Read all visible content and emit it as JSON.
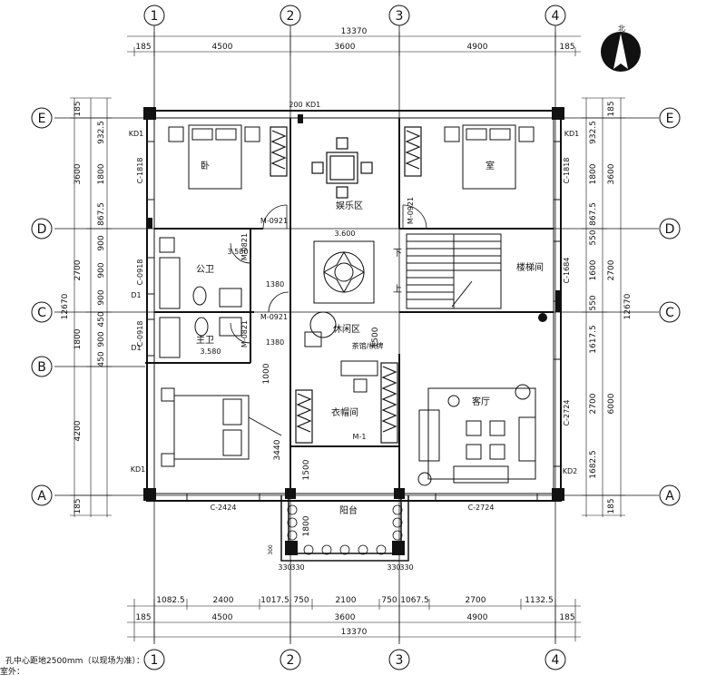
{
  "axes": {
    "columns": [
      "1",
      "2",
      "3",
      "4"
    ],
    "rows": [
      "E",
      "D",
      "C",
      "B",
      "A"
    ]
  },
  "dims": {
    "total": "13370",
    "top": [
      "185",
      "4500",
      "3600",
      "4900",
      "185"
    ],
    "bottom_inner": [
      "1082.5",
      "2400",
      "1017.5",
      "750",
      "2100",
      "750",
      "1067.5",
      "2700",
      "1132.5"
    ],
    "bottom": [
      "185",
      "4500",
      "3600",
      "4900",
      "185"
    ],
    "left_outer": [
      "185",
      "3600",
      "2700",
      "1800",
      "4200",
      "185"
    ],
    "left_total": "12670",
    "left_inner": [
      "932.5",
      "1800",
      "867.5",
      "900",
      "900",
      "900",
      "450",
      "900",
      "450"
    ],
    "right_inner": [
      "932.5",
      "1800",
      "867.5",
      "550",
      "1600",
      "550",
      "1617.5",
      "2700",
      "1682.5"
    ],
    "right_outer": [
      "185",
      "3600",
      "2700",
      "6000",
      "185"
    ],
    "right_total": "12670",
    "misc": [
      "200",
      "1380",
      "1380",
      "1000",
      "1500",
      "1500",
      "1800",
      "3440",
      "3.580",
      "3.580",
      "3.600",
      "300",
      "330",
      "330",
      "330",
      "330"
    ]
  },
  "rooms": {
    "bed1": "卧",
    "bed2": "室",
    "ent": "娱乐区",
    "toilet_public": "公卫",
    "toilet_master": "主卫",
    "stair": "楼梯间",
    "stair_down": "下",
    "stair_up": "上",
    "leisure": "休闲区",
    "closet": "衣帽间",
    "living": "客厅",
    "balcony": "阳台",
    "tea": "茶馆/棋牌"
  },
  "labels": {
    "kd1_a": "KD1",
    "kd1_b": "KD1",
    "kd1_c": "KD1",
    "kd1_d": "KD1",
    "kd2": "KD2",
    "d1_a": "D1",
    "d1_b": "D1",
    "m0921_a": "M-0921",
    "m0921_b": "M-0921",
    "m0921_c": "M-0921",
    "m0821_a": "M-0821",
    "m0821_b": "M-0821",
    "c1818_a": "C-1818",
    "c1818_b": "C-1818",
    "c0918": "C-0918",
    "c0918_b": "C-0918",
    "c1684": "C-1684",
    "c2724_r": "C-2724",
    "c2424": "C-2424",
    "c2724_b": "C-2724",
    "m1": "M-1"
  },
  "north": "北",
  "notes": [
    "孔中心距地2500mm（以现场为准）：",
    "室外："
  ]
}
